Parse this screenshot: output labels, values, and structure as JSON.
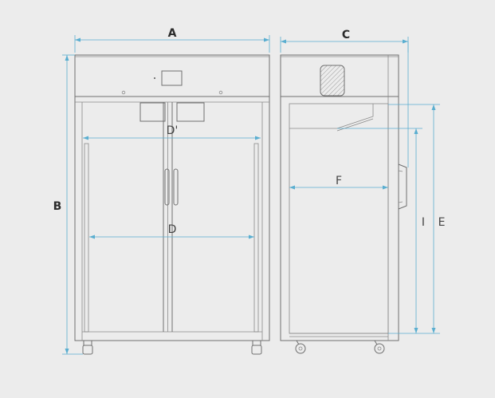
{
  "labels": {
    "A": "A",
    "B": "B",
    "C": "C",
    "D": "D",
    "D_prime": "D'",
    "E": "E",
    "F": "F",
    "I": "I"
  },
  "colors": {
    "background": "#ececec",
    "outline": "#6f6f6f",
    "dimension": "#5aaed0",
    "label": "#2b2b2b"
  }
}
